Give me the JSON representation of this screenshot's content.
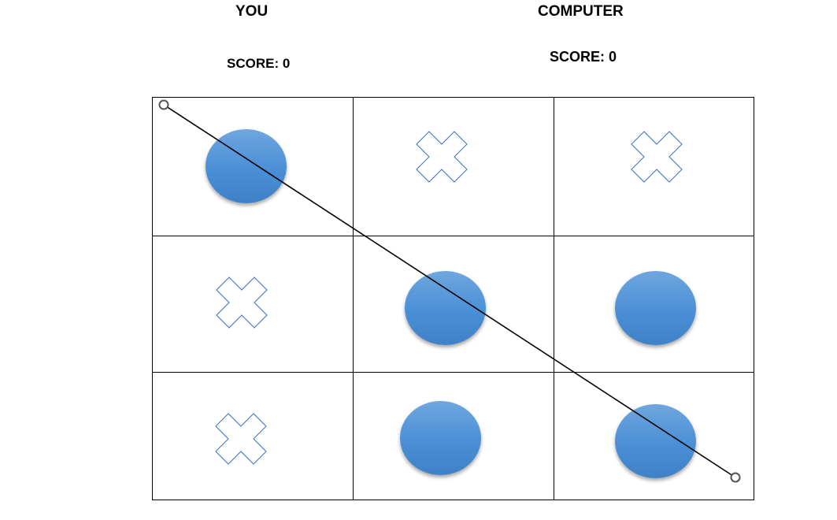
{
  "players": {
    "you": {
      "label": "YOU",
      "score_text": "SCORE: 0"
    },
    "computer": {
      "label": "COMPUTER",
      "score_text": "SCORE: 0"
    }
  },
  "board": {
    "cells": [
      [
        "O",
        "X",
        "X"
      ],
      [
        "X",
        "O",
        "O"
      ],
      [
        "X",
        "O",
        "O"
      ]
    ],
    "winning_line": "diagonal top-left to bottom-right"
  },
  "colors": {
    "o_fill": "#4a8fd6",
    "x_stroke": "#3b6fc4",
    "grid": "#000000",
    "win_line": "#000000"
  }
}
